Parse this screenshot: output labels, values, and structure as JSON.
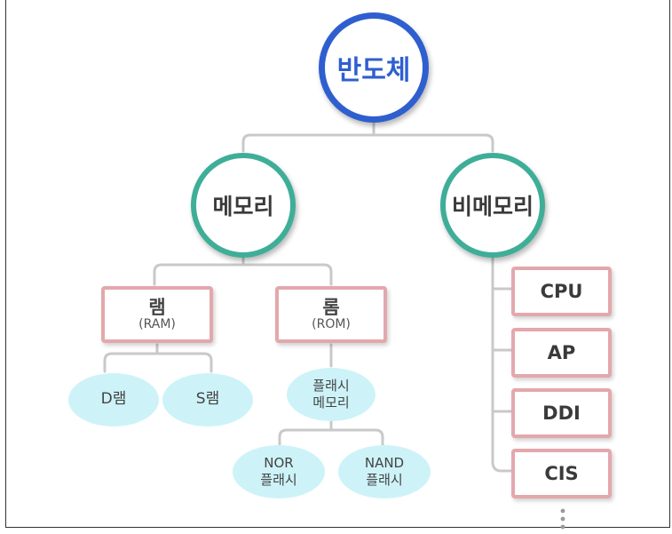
{
  "root": {
    "label": "반도체"
  },
  "memory": {
    "label": "메모리",
    "ram": {
      "label": "램",
      "sub": "(RAM)",
      "children": [
        "D램",
        "S램"
      ]
    },
    "rom": {
      "label": "롬",
      "sub": "(ROM)",
      "flash": {
        "line1": "플래시",
        "line2": "메모리"
      },
      "children": [
        {
          "line1": "NOR",
          "line2": "플래시"
        },
        {
          "line1": "NAND",
          "line2": "플래시"
        }
      ]
    }
  },
  "non_memory": {
    "label": "비메모리",
    "items": [
      "CPU",
      "AP",
      "DDI",
      "CIS"
    ]
  },
  "colors": {
    "root_ring": "#2f5fcf",
    "mid_ring": "#3fae98",
    "box_border": "#e3a8ac",
    "leaf_fill": "#cdf3f8",
    "connector": "#c9c9c9"
  },
  "icons": {
    "more": "vertical-ellipsis-icon"
  }
}
